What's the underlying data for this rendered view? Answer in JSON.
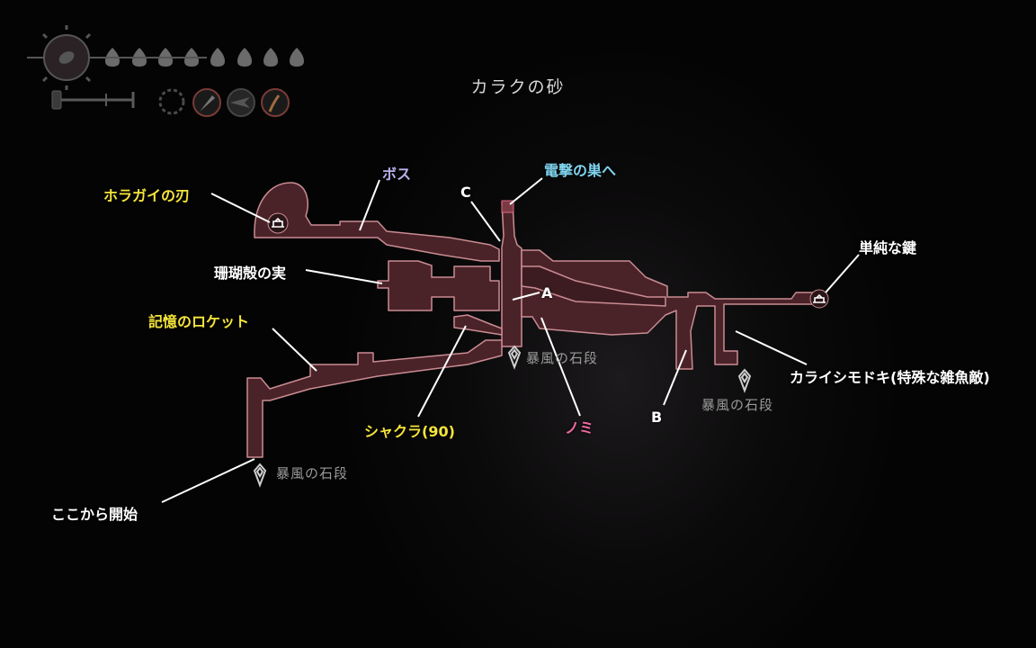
{
  "area_title": "カラクの砂",
  "hud": {
    "health_masks_total": 8,
    "health_masks_filled": 8,
    "silk_spool": "silk-spool-icon",
    "tools": [
      "crest-icon",
      "tool-dagger-icon",
      "tool-wind-icon",
      "tool-bell-icon"
    ]
  },
  "labels": {
    "horagai": "ホラガイの刃",
    "boss": "ボス",
    "c": "C",
    "to_nest": "電撃の巣へ",
    "coral_fruit": "珊瑚殻の実",
    "a": "A",
    "locket": "記憶のロケット",
    "shakura": "シャクラ(90)",
    "flea": "ノミ",
    "b": "B",
    "simple_key": "単純な鍵",
    "karaishi": "カライシモドキ(特殊な雑魚敵)",
    "start": "ここから開始"
  },
  "places": {
    "stairs_center": "暴風の石段",
    "stairs_right": "暴風の石段",
    "stairs_left": "暴風の石段"
  },
  "colors": {
    "map_fill": "#4a2329",
    "map_stroke": "#c98c92",
    "yellow": "#f5e53a",
    "purple": "#b9b2ec",
    "cyan": "#7fd3ee",
    "pink": "#f06aa2"
  }
}
